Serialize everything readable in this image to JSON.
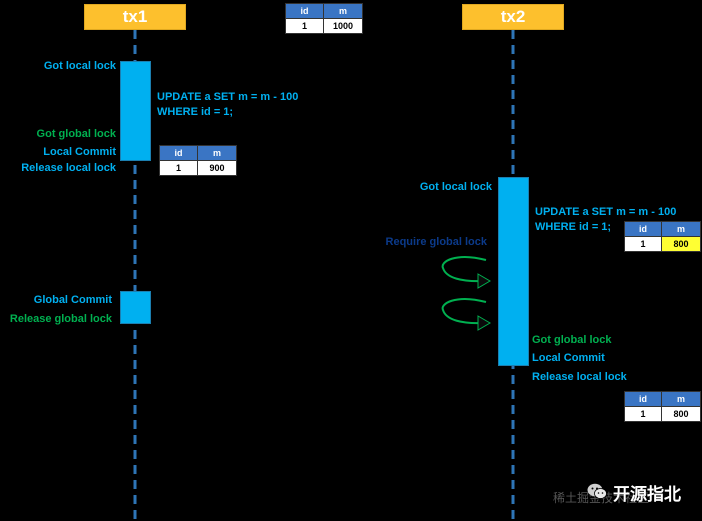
{
  "tx1": {
    "title": "tx1",
    "got_local_lock": "Got local lock",
    "update_line1": "UPDATE a SET m = m - 100",
    "update_line2": "WHERE id = 1;",
    "got_global_lock": "Got global lock",
    "local_commit": "Local Commit",
    "release_local_lock": "Release local lock",
    "global_commit": "Global Commit",
    "release_global_lock": "Release global lock"
  },
  "tx2": {
    "title": "tx2",
    "got_local_lock": "Got local lock",
    "update_line1": "UPDATE a SET m = m - 100",
    "update_line2": "WHERE id = 1;",
    "require_global_lock": "Require global lock",
    "got_global_lock": "Got global lock",
    "local_commit": "Local Commit",
    "release_local_lock": "Release local lock"
  },
  "tables": {
    "header_id": "id",
    "header_m": "m",
    "initial": {
      "id": "1",
      "m": "1000"
    },
    "after_tx1": {
      "id": "1",
      "m": "900"
    },
    "tx2_pending": {
      "id": "1",
      "m": "800"
    },
    "after_tx2": {
      "id": "1",
      "m": "800"
    }
  },
  "watermark": {
    "text": "开源指北",
    "faint": "稀土掘金技术社区"
  },
  "colors": {
    "header": "#FDC02D",
    "timeline": "#2E75B6",
    "bar": "#00B0F0",
    "label_blue": "#00B0F0",
    "label_green": "#00B050",
    "label_navy": "#0B3A8A",
    "table_header": "#3A75C4",
    "highlight": "#FFFF33",
    "arrow": "#00B050"
  }
}
